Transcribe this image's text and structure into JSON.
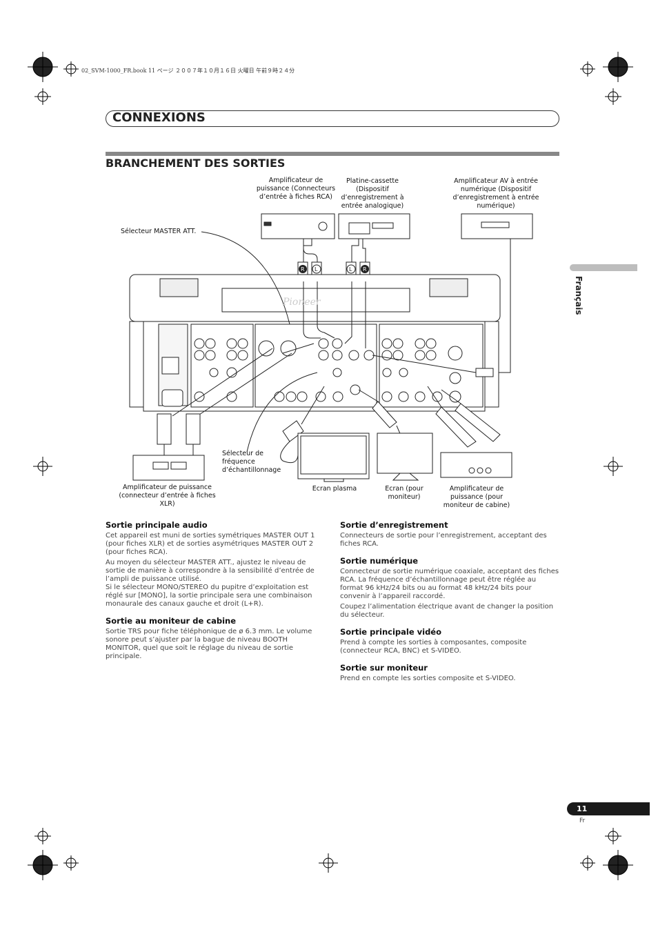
{
  "print_info": "02_SVM-1000_FR.book  11 ページ  ２００７年１０月１６日  火曜日  午前９時２４分",
  "section_title": "Connexions",
  "subsection_title": "Branchement des sorties",
  "language_tab": "Français",
  "diagram": {
    "labels": {
      "amp_rca": "Amplificateur de puissance (Connecteurs d’entrée à fiches RCA)",
      "cassette": "Platine-cassette (Dispositif d’enregistrement à entrée analogique)",
      "av_amp": "Amplificateur AV à entrée numérique (Dispositif d’enregistrement à entrée numérique)",
      "master_att": "Sélecteur MASTER ATT.",
      "sample_rate": "Sélecteur de fréquence d’échantillonnage",
      "amp_xlr": "Amplificateur de puissance (connecteur d’entrée à fiches XLR)",
      "plasma": "Ecran plasma",
      "monitor": "Ecran (pour moniteur)",
      "booth_amp": "Amplificateur de puissance (pour moniteur de cabine)"
    },
    "plug_marks": {
      "right": "R",
      "left": "L"
    },
    "brand": "Pioneer"
  },
  "left_column": [
    {
      "heading": "Sortie principale audio",
      "paragraphs": [
        "Cet appareil est muni de sorties symétriques MASTER OUT 1 (pour fiches XLR) et  de sorties asymétriques MASTER OUT 2 (pour fiches RCA).",
        "Au moyen du sélecteur MASTER ATT., ajustez le niveau de sortie de manière à correspondre à la sensibilité d’entrée de l’ampli de puissance utilisé.",
        "Si le sélecteur MONO/STEREO du pupitre d’exploitation est réglé sur [MONO], la sortie principale sera une combinaison monaurale des canaux gauche et droit (L+R)."
      ]
    },
    {
      "heading": "Sortie au moniteur de cabine",
      "paragraphs": [
        "Sortie TRS pour fiche téléphonique de ø 6.3 mm. Le volume sonore peut s’ajuster par la bague de niveau BOOTH MONITOR, quel que soit le réglage du niveau de sortie principale."
      ]
    }
  ],
  "right_column": [
    {
      "heading": "Sortie d’enregistrement",
      "paragraphs": [
        "Connecteurs de sortie pour l’enregistrement, acceptant des fiches RCA."
      ]
    },
    {
      "heading": "Sortie numérique",
      "paragraphs": [
        "Connecteur de sortie numérique coaxiale, acceptant des fiches RCA. La fréquence d’échantillonnage peut être réglée au format 96 kHz/24 bits ou au format 48 kHz/24 bits pour convenir à l’appareil raccordé.",
        "Coupez l’alimentation électrique avant de changer la position du sélecteur."
      ]
    },
    {
      "heading": "Sortie principale vidéo",
      "paragraphs": [
        "Prend à compte les sorties à composantes, composite (connecteur RCA, BNC) et S-VIDEO."
      ]
    },
    {
      "heading": "Sortie sur moniteur",
      "paragraphs": [
        "Prend en compte les sorties composite et S-VIDEO."
      ]
    }
  ],
  "page_number": "11",
  "page_lang": "Fr"
}
